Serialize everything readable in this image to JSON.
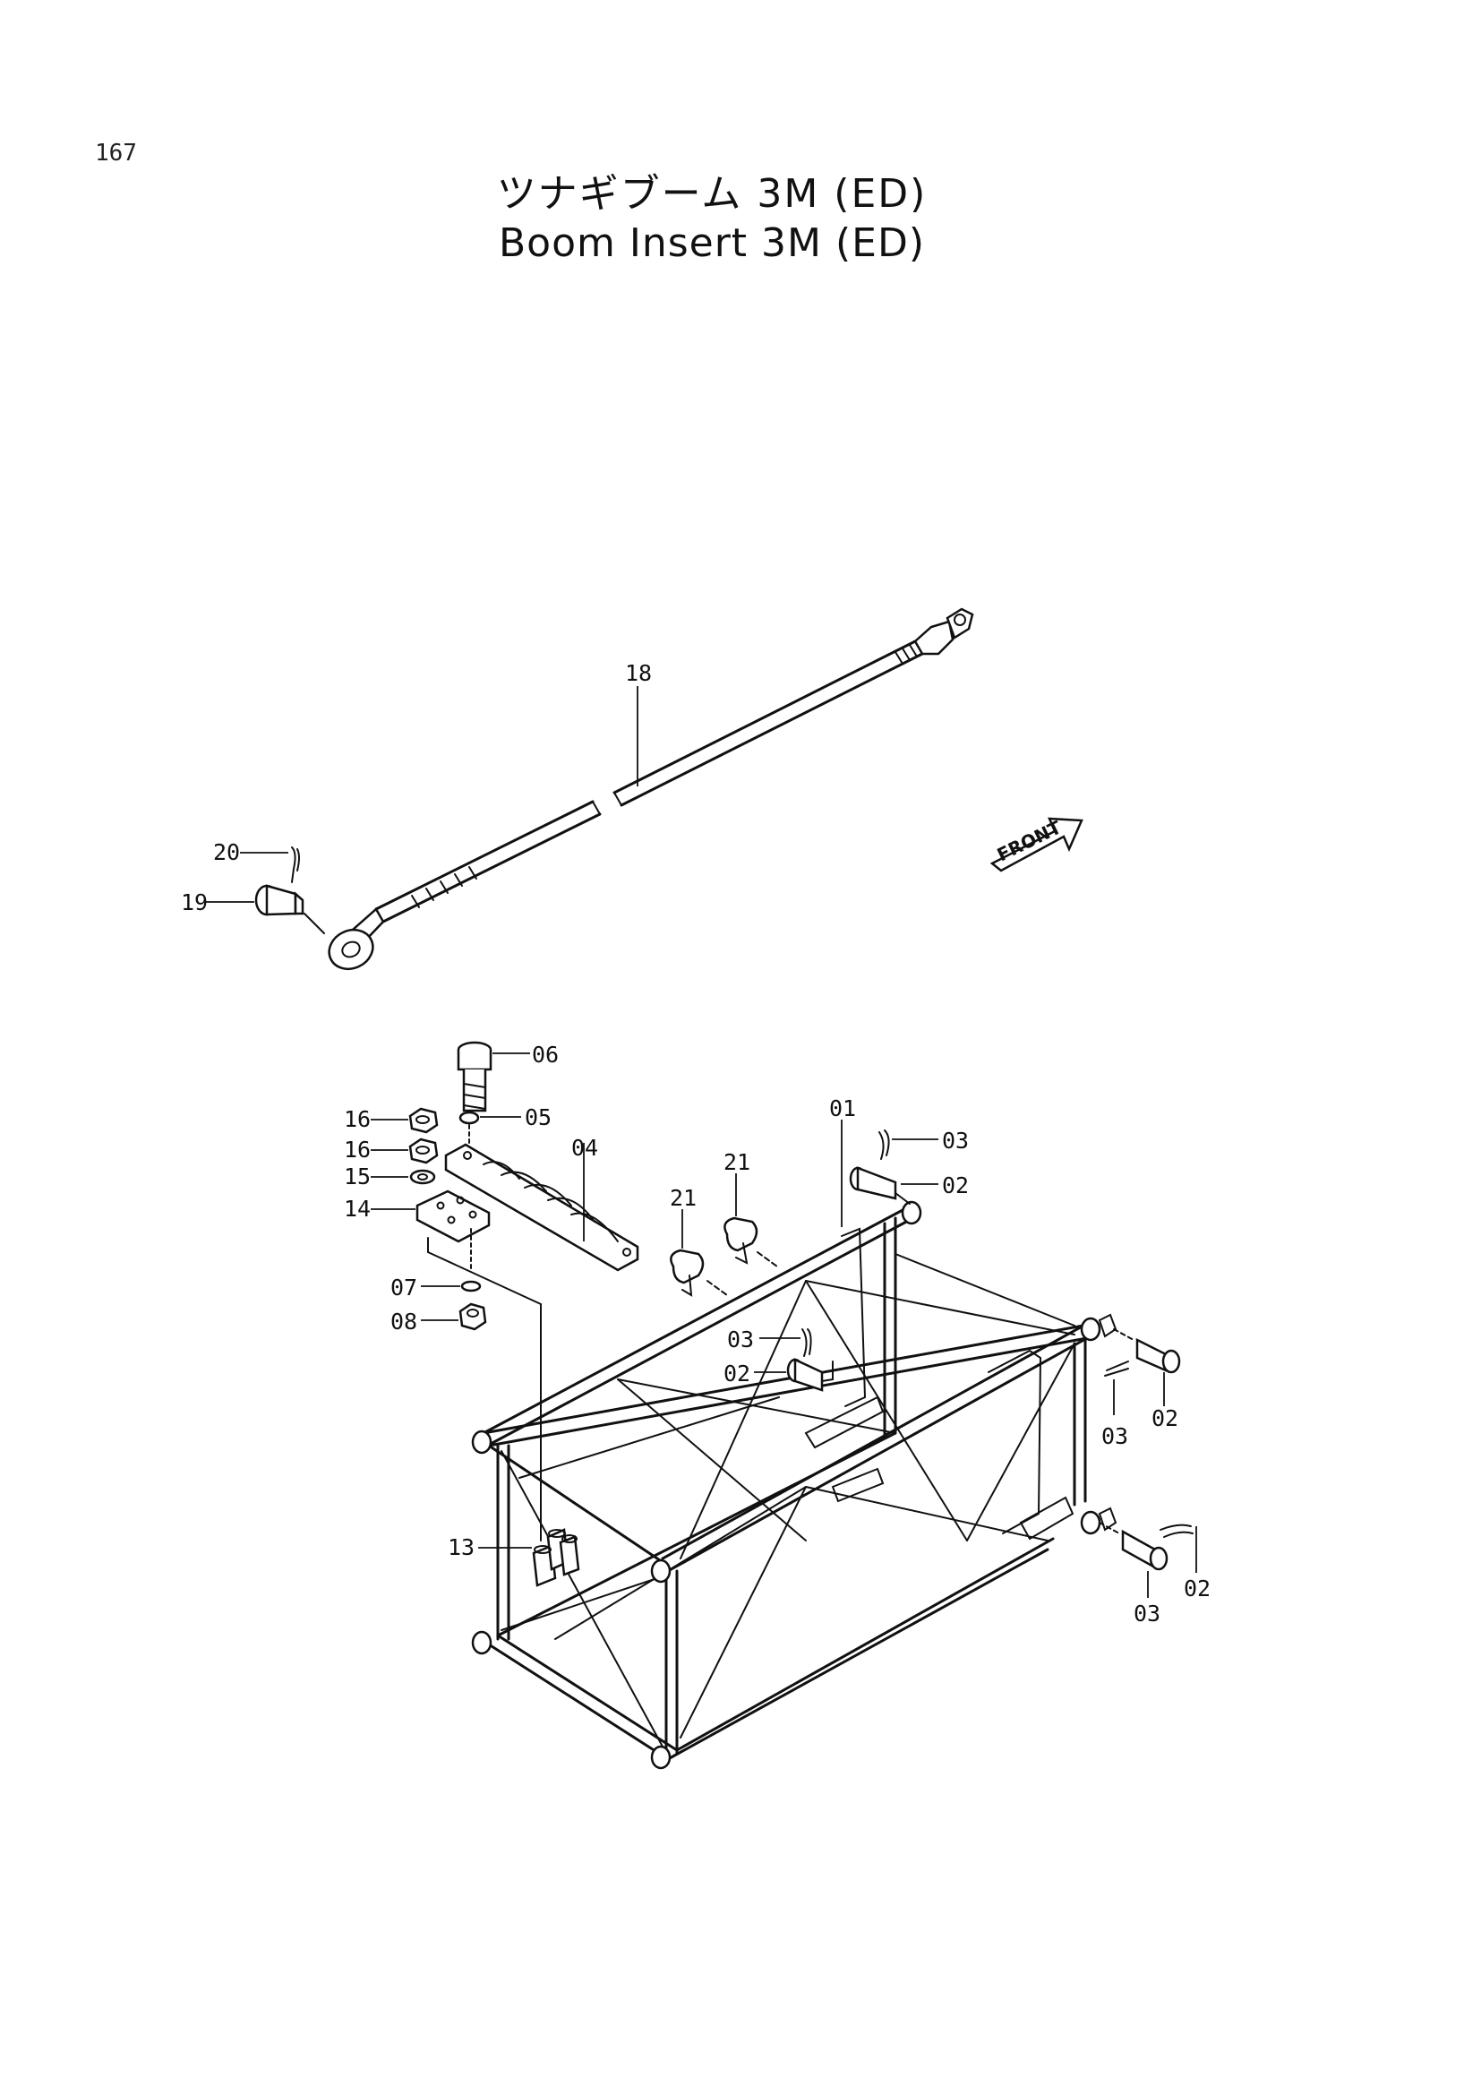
{
  "page": {
    "number": "167"
  },
  "title": {
    "japanese": "ツナギブーム 3M (ED)",
    "english": "Boom Insert 3M (ED)"
  },
  "front_marker": {
    "text": "FRONT"
  },
  "parts": [
    {
      "id": "p18",
      "label": "18"
    },
    {
      "id": "p20",
      "label": "20"
    },
    {
      "id": "p19",
      "label": "19"
    },
    {
      "id": "p06",
      "label": "06"
    },
    {
      "id": "p05",
      "label": "05"
    },
    {
      "id": "p04",
      "label": "04"
    },
    {
      "id": "p16a",
      "label": "16"
    },
    {
      "id": "p16b",
      "label": "16"
    },
    {
      "id": "p15",
      "label": "15"
    },
    {
      "id": "p14",
      "label": "14"
    },
    {
      "id": "p07",
      "label": "07"
    },
    {
      "id": "p08",
      "label": "08"
    },
    {
      "id": "p01",
      "label": "01"
    },
    {
      "id": "p03a",
      "label": "03"
    },
    {
      "id": "p02a",
      "label": "02"
    },
    {
      "id": "p21a",
      "label": "21"
    },
    {
      "id": "p21b",
      "label": "21"
    },
    {
      "id": "p03b",
      "label": "03"
    },
    {
      "id": "p02b",
      "label": "02"
    },
    {
      "id": "p03c",
      "label": "03"
    },
    {
      "id": "p02c",
      "label": "02"
    },
    {
      "id": "p13",
      "label": "13"
    },
    {
      "id": "p03d",
      "label": "03"
    },
    {
      "id": "p02d",
      "label": "02"
    }
  ]
}
